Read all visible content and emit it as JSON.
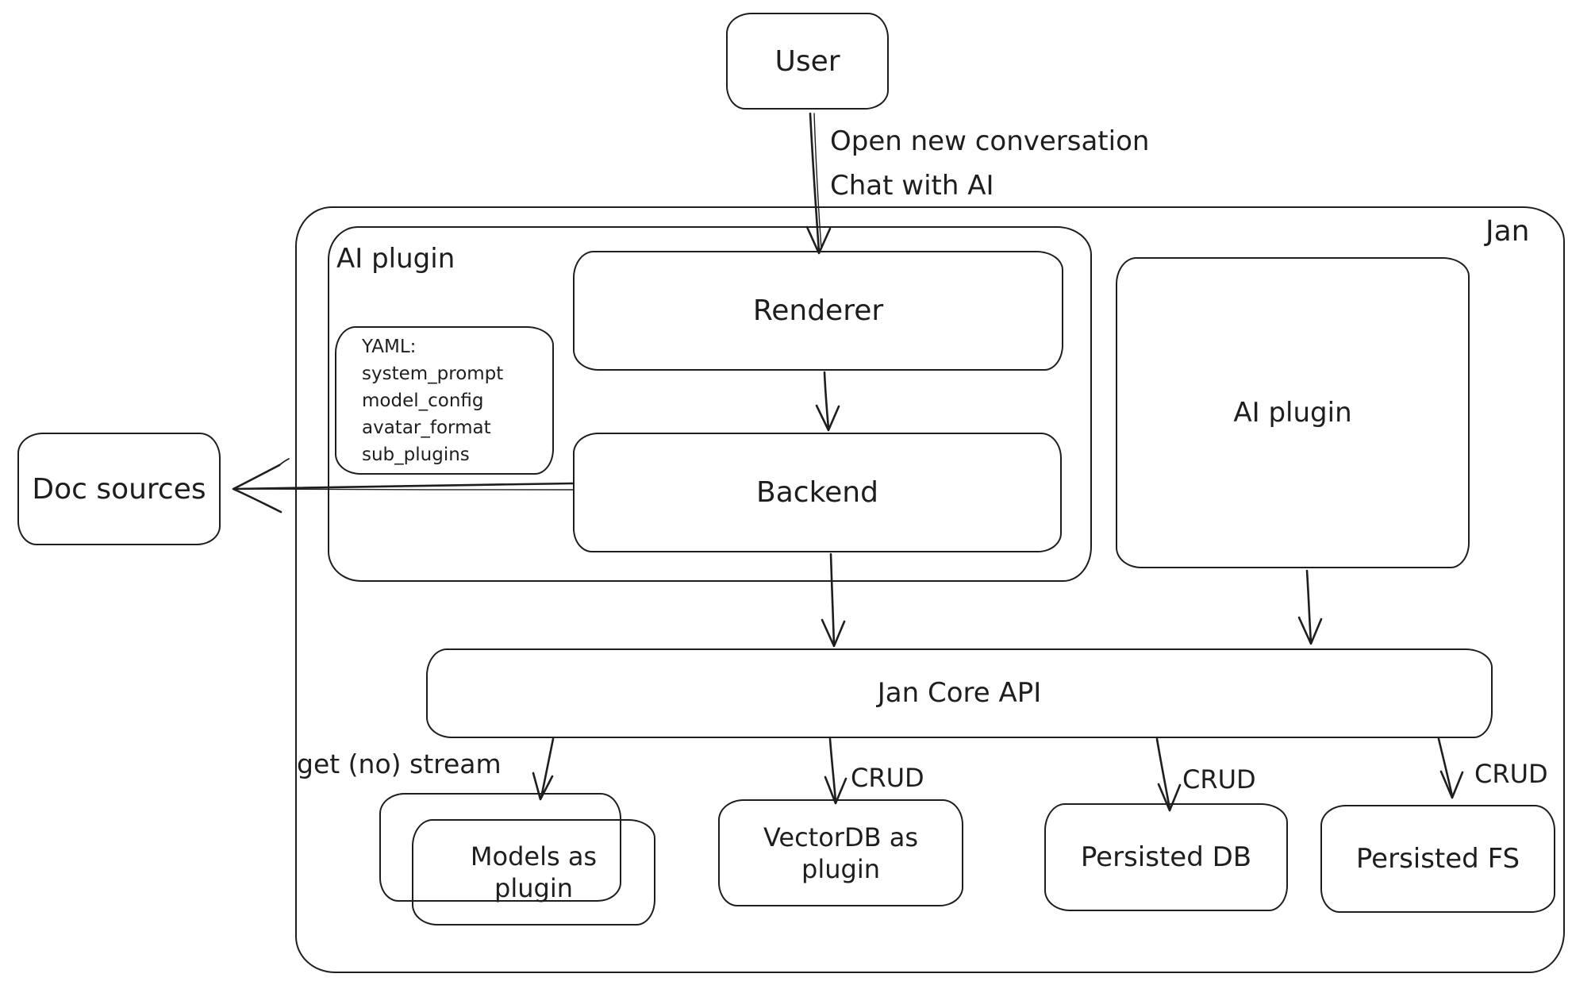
{
  "colors": {
    "stroke": "#1e1e1e",
    "background": "#ffffff"
  },
  "nodes": {
    "user": "User",
    "jan": "Jan",
    "ai_plugin_group": "AI plugin",
    "renderer": "Renderer",
    "backend": "Backend",
    "yaml_note": [
      "YAML:",
      "system_prompt",
      "model_config",
      "avatar_format",
      "sub_plugins"
    ],
    "ai_plugin": "AI plugin",
    "doc_sources": "Doc sources",
    "jan_core_api": "Jan Core API",
    "models_as_plugin": "Models as plugin",
    "vectordb_as_plugin": "VectorDB as plugin",
    "persisted_db": "Persisted DB",
    "persisted_fs": "Persisted FS"
  },
  "edge_labels": {
    "user_line1": "Open new conversation",
    "user_line2": "Chat with AI",
    "get_no_stream": "get (no) stream",
    "crud_vectordb": "CRUD",
    "crud_persisted_db": "CRUD",
    "crud_persisted_fs": "CRUD"
  }
}
